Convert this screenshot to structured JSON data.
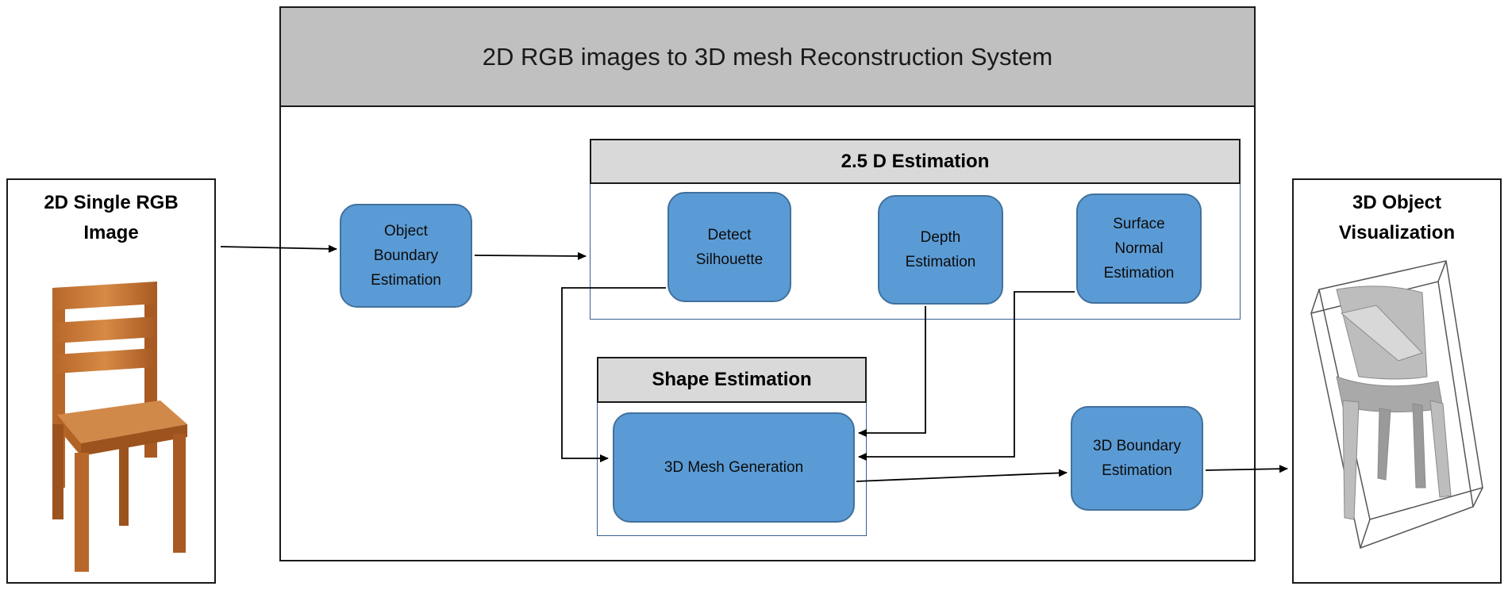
{
  "system_title": "2D RGB images to 3D mesh Reconstruction System",
  "input": {
    "title_lines": [
      "2D Single RGB",
      "Image"
    ]
  },
  "output": {
    "title_lines": [
      "3D Object",
      "Visualization"
    ]
  },
  "panels": {
    "estimation_25d": "2.5 D Estimation",
    "shape_estimation": "Shape Estimation"
  },
  "nodes": {
    "object_boundary": [
      "Object",
      "Boundary",
      "Estimation"
    ],
    "detect_silhouette": [
      "Detect",
      "Silhouette"
    ],
    "depth_estimation": [
      "Depth",
      "Estimation"
    ],
    "surface_normal": [
      "Surface",
      "Normal",
      "Estimation"
    ],
    "mesh_generation": [
      "3D Mesh Generation"
    ],
    "boundary_3d": [
      "3D Boundary",
      "Estimation"
    ]
  },
  "colors": {
    "node_fill": "#5b9bd5",
    "node_border": "#41719c",
    "banner_fill": "#c0c0c0",
    "panel_head_fill": "#d9d9d9",
    "panel_border": "#3a5f95"
  }
}
